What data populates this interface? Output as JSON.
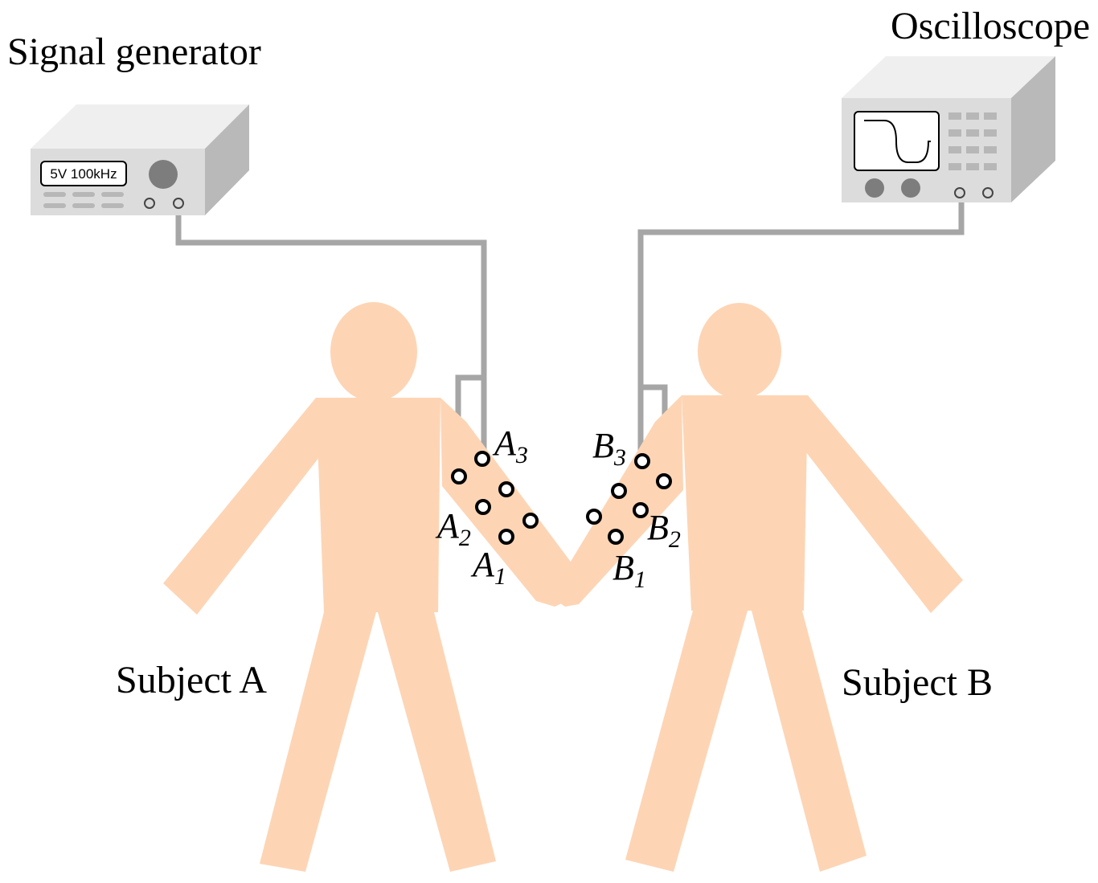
{
  "title_signal_generator": "Signal generator",
  "title_oscilloscope": "Oscilloscope",
  "signal_generator": {
    "display": "5V 100kHz"
  },
  "subjects": {
    "a": "Subject A",
    "b": "Subject B"
  },
  "electrodes": {
    "a1": {
      "letter": "A",
      "index": "1"
    },
    "a2": {
      "letter": "A",
      "index": "2"
    },
    "a3": {
      "letter": "A",
      "index": "3"
    },
    "b1": {
      "letter": "B",
      "index": "1"
    },
    "b2": {
      "letter": "B",
      "index": "2"
    },
    "b3": {
      "letter": "B",
      "index": "3"
    }
  },
  "colors": {
    "skin": "#fdd5b5",
    "cable": "#a6a6a6",
    "device_front": "#dcdcdc",
    "device_top": "#efefef",
    "device_side": "#b9b9b9",
    "electrode": "#000000"
  }
}
